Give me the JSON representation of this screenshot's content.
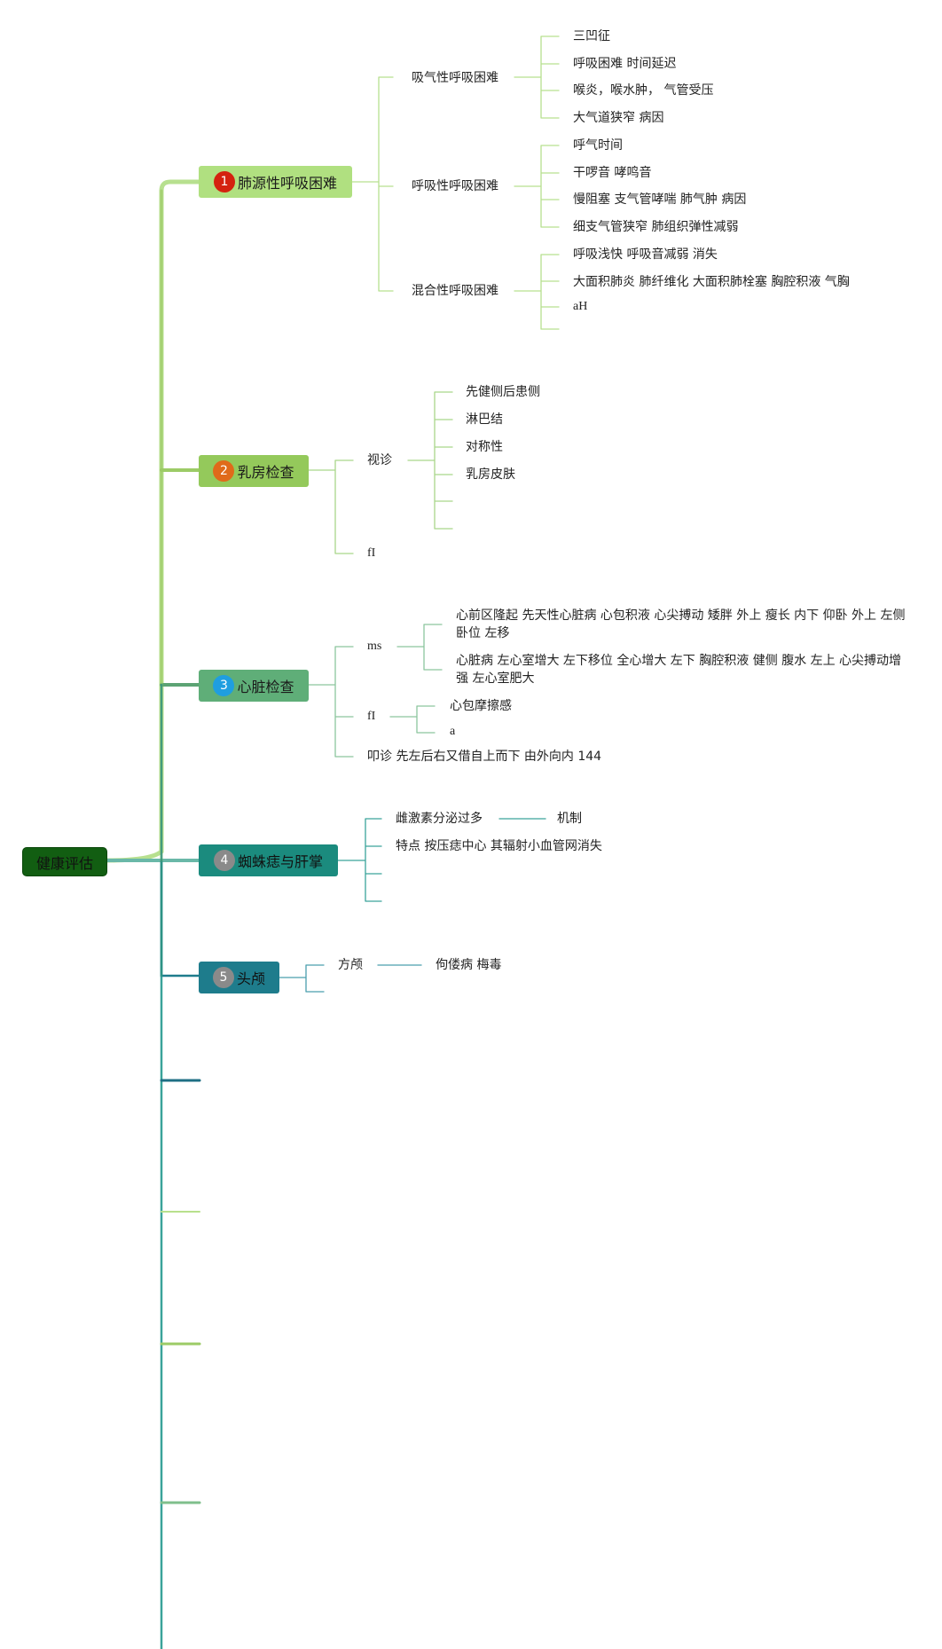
{
  "colors": {
    "root": "#125e12",
    "b1": "#a3d97a",
    "b2": "#8fc658",
    "b3": "#5ca374",
    "b4": "#1b8b7e",
    "b5": "#1e7c8c",
    "badge1": "#d4220f",
    "badge2": "#e06a1a",
    "badge3": "#1f9ee0",
    "badge4": "#8a8a8a",
    "badge5": "#8a8a8a"
  },
  "root": "健康评估",
  "branches": [
    {
      "num": "1",
      "label": "肺源性呼吸困难",
      "children": [
        {
          "label": "吸气性呼吸困难",
          "items": [
            "三凹征",
            "呼吸困难 时间延迟",
            "喉炎，喉水肿，  气管受压",
            "大气道狭窄 病因"
          ]
        },
        {
          "label": "呼吸性呼吸困难",
          "items": [
            "呼气时间",
            "干啰音 哮鸣音",
            "慢阻塞 支气管哮喘 肺气肿 病因",
            "细支气管狭窄 肺组织弹性减弱"
          ]
        },
        {
          "label": "混合性呼吸困难",
          "items": [
            "呼吸浅快 呼吸音减弱 消失",
            "大面积肺炎 肺纤维化 大面积肺栓塞 胸腔积液 气胸",
            "aH"
          ]
        }
      ]
    },
    {
      "num": "2",
      "label": "乳房检查",
      "children": [
        {
          "label": "视诊",
          "items": [
            "先健侧后患侧",
            "淋巴结",
            "对称性",
            "乳房皮肤"
          ]
        },
        {
          "label": "fI"
        }
      ]
    },
    {
      "num": "3",
      "label": "心脏检查",
      "children": [
        {
          "label": "ms",
          "items": [
            "心前区隆起 先天性心脏病 心包积液 心尖搏动 矮胖 外上 瘦长 内下 仰卧 外上 左侧卧位 左移",
            "心脏病 左心室增大 左下移位 全心增大 左下 胸腔积液 健侧 腹水 左上 心尖搏动增强 左心室肥大"
          ]
        },
        {
          "label": "fI",
          "items": [
            "心包摩擦感",
            "a"
          ]
        },
        {
          "label": "叩诊 先左后右又借自上而下 由外向内 144"
        }
      ]
    },
    {
      "num": "4",
      "label": "蜘蛛痣与肝掌",
      "children": [
        {
          "label": "雌激素分泌过多",
          "items": [
            "机制"
          ]
        },
        {
          "label": "特点 按压痣中心 其辐射小血管网消失"
        }
      ]
    },
    {
      "num": "5",
      "label": "头颅",
      "children": [
        {
          "label": "方颅",
          "items": [
            "佝偻病 梅毒"
          ]
        }
      ]
    }
  ]
}
